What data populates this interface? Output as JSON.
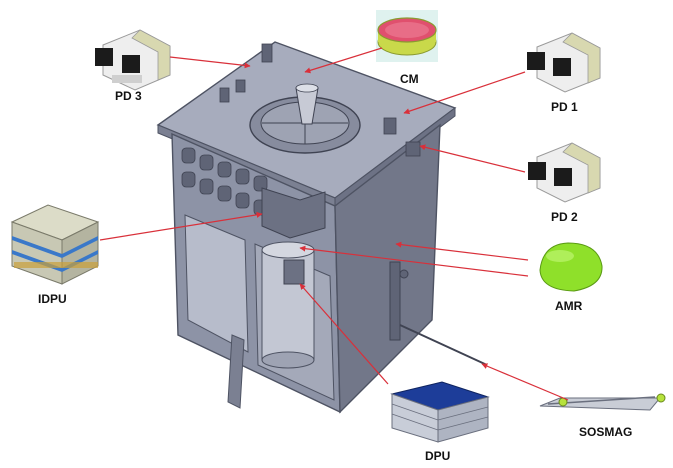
{
  "diagram": {
    "labels": {
      "pd3": "PD 3",
      "cm": "CM",
      "pd1": "PD 1",
      "pd2": "PD 2",
      "idpu": "IDPU",
      "amr": "AMR",
      "dpu": "DPU",
      "sosmag": "SOSMAG"
    },
    "colors": {
      "leader_line": "#d9303a",
      "structure": "#8d93a6",
      "structure_dark": "#5f6476",
      "cm_dish": "#e0506e",
      "cm_ring": "#c9d94a",
      "amr_body": "#8fe02a",
      "dpu_top": "#1d3d99",
      "idpu_top": "#dcdcc8",
      "idpu_stripe": "#3a78c9",
      "pd_body": "#eeeeee"
    }
  }
}
